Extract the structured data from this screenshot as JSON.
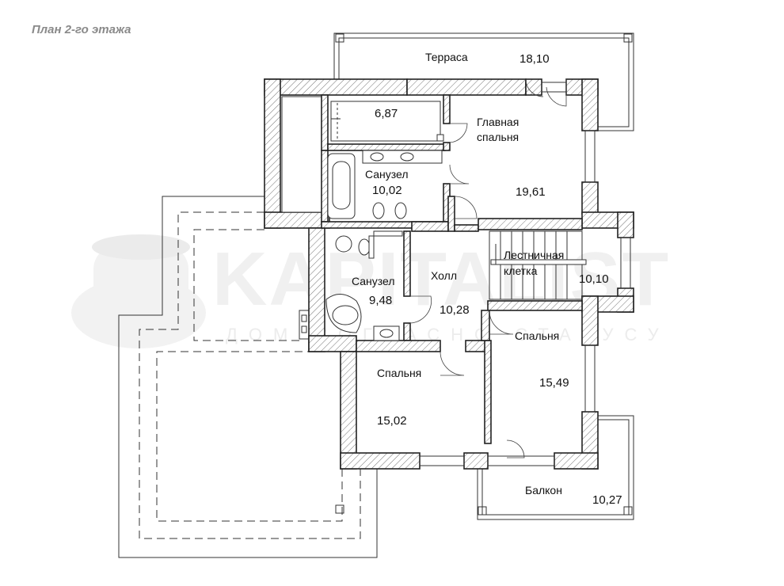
{
  "caption": "План 2-го этажа",
  "watermark": {
    "brand": "KAPITALIST",
    "tagline": "ДОМ СОГЛАСНО СТАТУСУ"
  },
  "rooms": {
    "terrace": {
      "label": "Терраса",
      "area": "18,10"
    },
    "closet": {
      "area": "6,87"
    },
    "master_bedroom": {
      "label_line1": "Главная",
      "label_line2": "спальня",
      "area": "19,61"
    },
    "bathroom_1": {
      "label": "Санузел",
      "area": "10,02"
    },
    "bathroom_2": {
      "label": "Санузел",
      "area": "9,48"
    },
    "hall": {
      "label": "Холл",
      "area": "10,28"
    },
    "stairwell": {
      "label_line1": "Лестничная",
      "label_line2": "клетка",
      "area": "10,10"
    },
    "bedroom_right": {
      "label": "Спальня",
      "area": "15,49"
    },
    "bedroom_center": {
      "label": "Спальня",
      "area": "15,02"
    },
    "balcony": {
      "label": "Балкон",
      "area": "10,27"
    }
  }
}
